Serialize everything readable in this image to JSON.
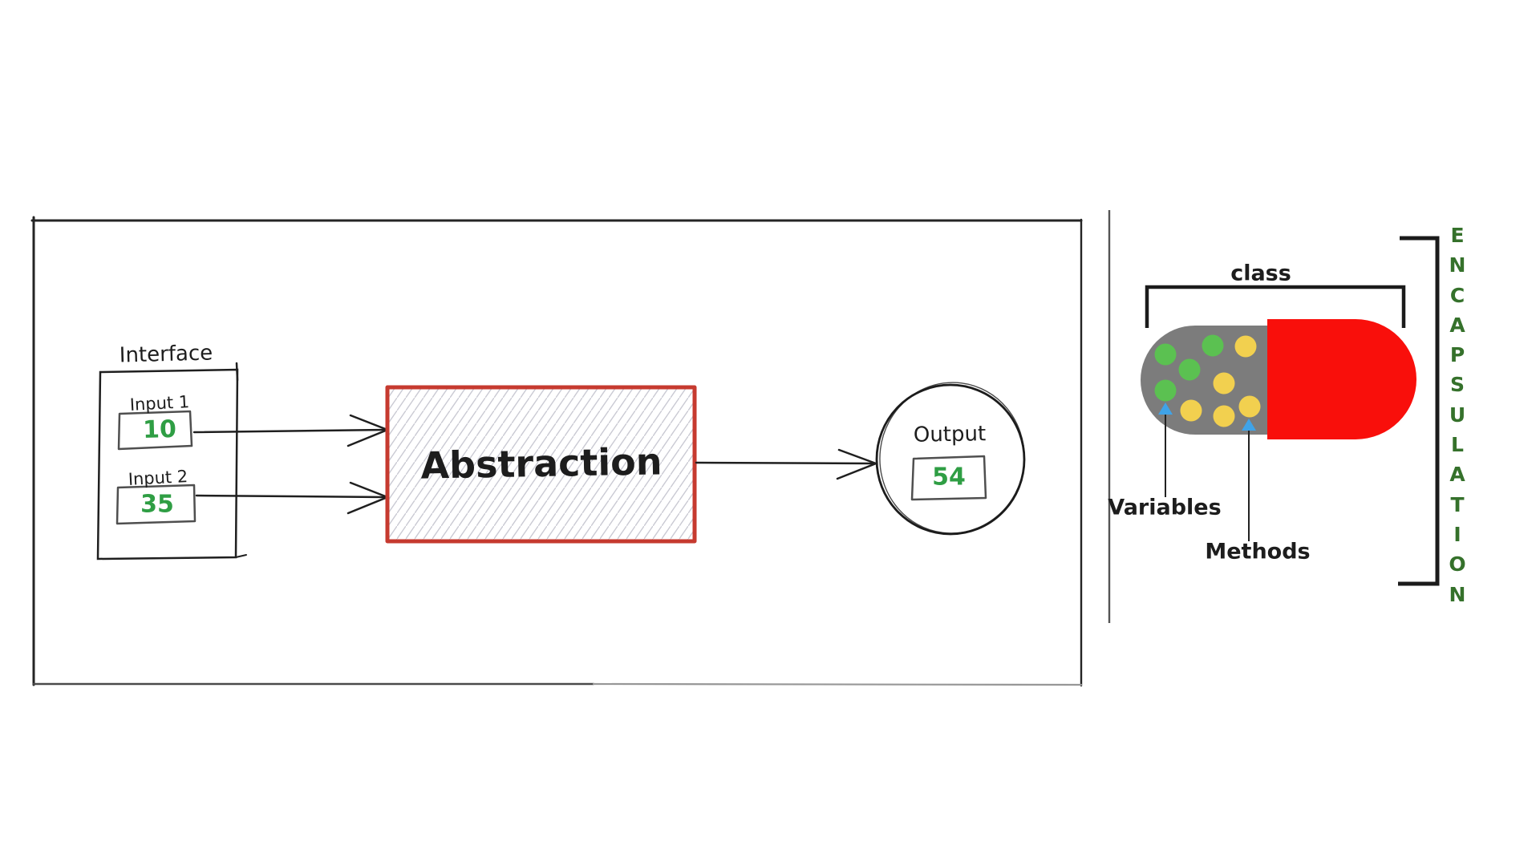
{
  "left_panel": {
    "interface_label": "Interface",
    "inputs": [
      {
        "label": "Input 1",
        "value": "10"
      },
      {
        "label": "Input 2",
        "value": "35"
      }
    ],
    "abstraction_label": "Abstraction",
    "output_label": "Output",
    "output_value": "54"
  },
  "right_panel": {
    "class_label": "class",
    "variables_label": "Variables",
    "methods_label": "Methods",
    "vertical_label": "ENCAPSULATION",
    "variables_dot_count": 4,
    "methods_dot_count": 5
  },
  "colors": {
    "sketch_ink": "#1d1d1d",
    "abstraction_border_red": "#c63a2f",
    "hatch_gray": "#cacad3",
    "value_green": "#2f9e44",
    "capsule_gray": "#7c7c7c",
    "capsule_red": "#f90f0b",
    "dot_green": "#5bc151",
    "dot_yellow": "#f2d04f",
    "pointer_blue": "#3fa3e8",
    "encapsulation_green": "#35712b"
  }
}
